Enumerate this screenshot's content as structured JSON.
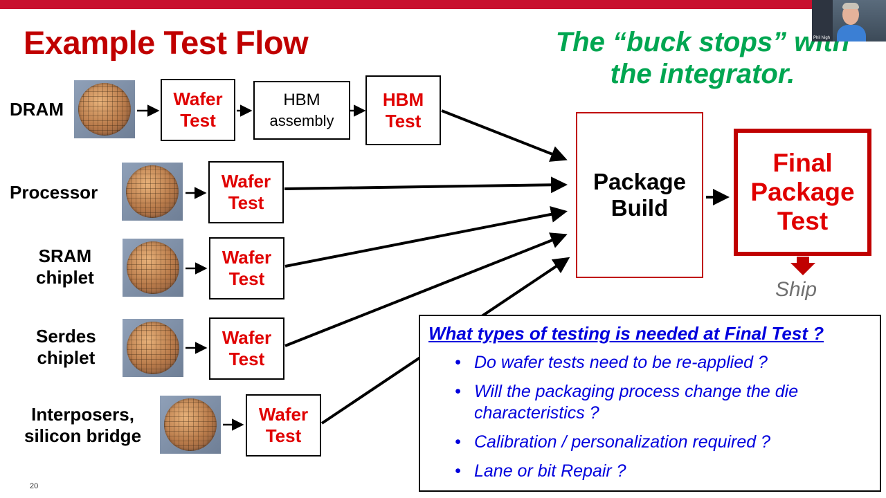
{
  "slide": {
    "title": "Example Test Flow",
    "quote_line1": "The “buck stops” with",
    "quote_line2": "the integrator.",
    "slide_number": "20",
    "webcam_name": "Phil Nigh"
  },
  "rows": [
    {
      "label_line1": "DRAM",
      "label_line2": "",
      "wafer_test_line1": "Wafer",
      "wafer_test_line2": "Test"
    },
    {
      "label_line1": "Processor",
      "label_line2": "",
      "wafer_test_line1": "Wafer",
      "wafer_test_line2": "Test"
    },
    {
      "label_line1": "SRAM",
      "label_line2": "chiplet",
      "wafer_test_line1": "Wafer",
      "wafer_test_line2": "Test"
    },
    {
      "label_line1": "Serdes",
      "label_line2": "chiplet",
      "wafer_test_line1": "Wafer",
      "wafer_test_line2": "Test"
    },
    {
      "label_line1": "Interposers,",
      "label_line2": "silicon bridge",
      "wafer_test_line1": "Wafer",
      "wafer_test_line2": "Test"
    }
  ],
  "hbm": {
    "assembly_line1": "HBM",
    "assembly_line2": "assembly",
    "test_line1": "HBM",
    "test_line2": "Test"
  },
  "package_build": {
    "line1": "Package",
    "line2": "Build"
  },
  "final_test": {
    "line1": "Final",
    "line2": "Package",
    "line3": "Test"
  },
  "ship_label": "Ship",
  "questions": {
    "heading": "What types of testing is needed at Final Test ?",
    "items": [
      "Do wafer tests need to be re-applied ?",
      "Will the packaging process change the die characteristics ?",
      "Calibration / personalization required ?",
      "Lane or bit Repair ?"
    ]
  },
  "colors": {
    "accent_red": "#c00000",
    "text_red": "#e00000",
    "quote_green": "#00a651",
    "question_blue": "#0000dd",
    "top_bar": "#c8102e"
  }
}
